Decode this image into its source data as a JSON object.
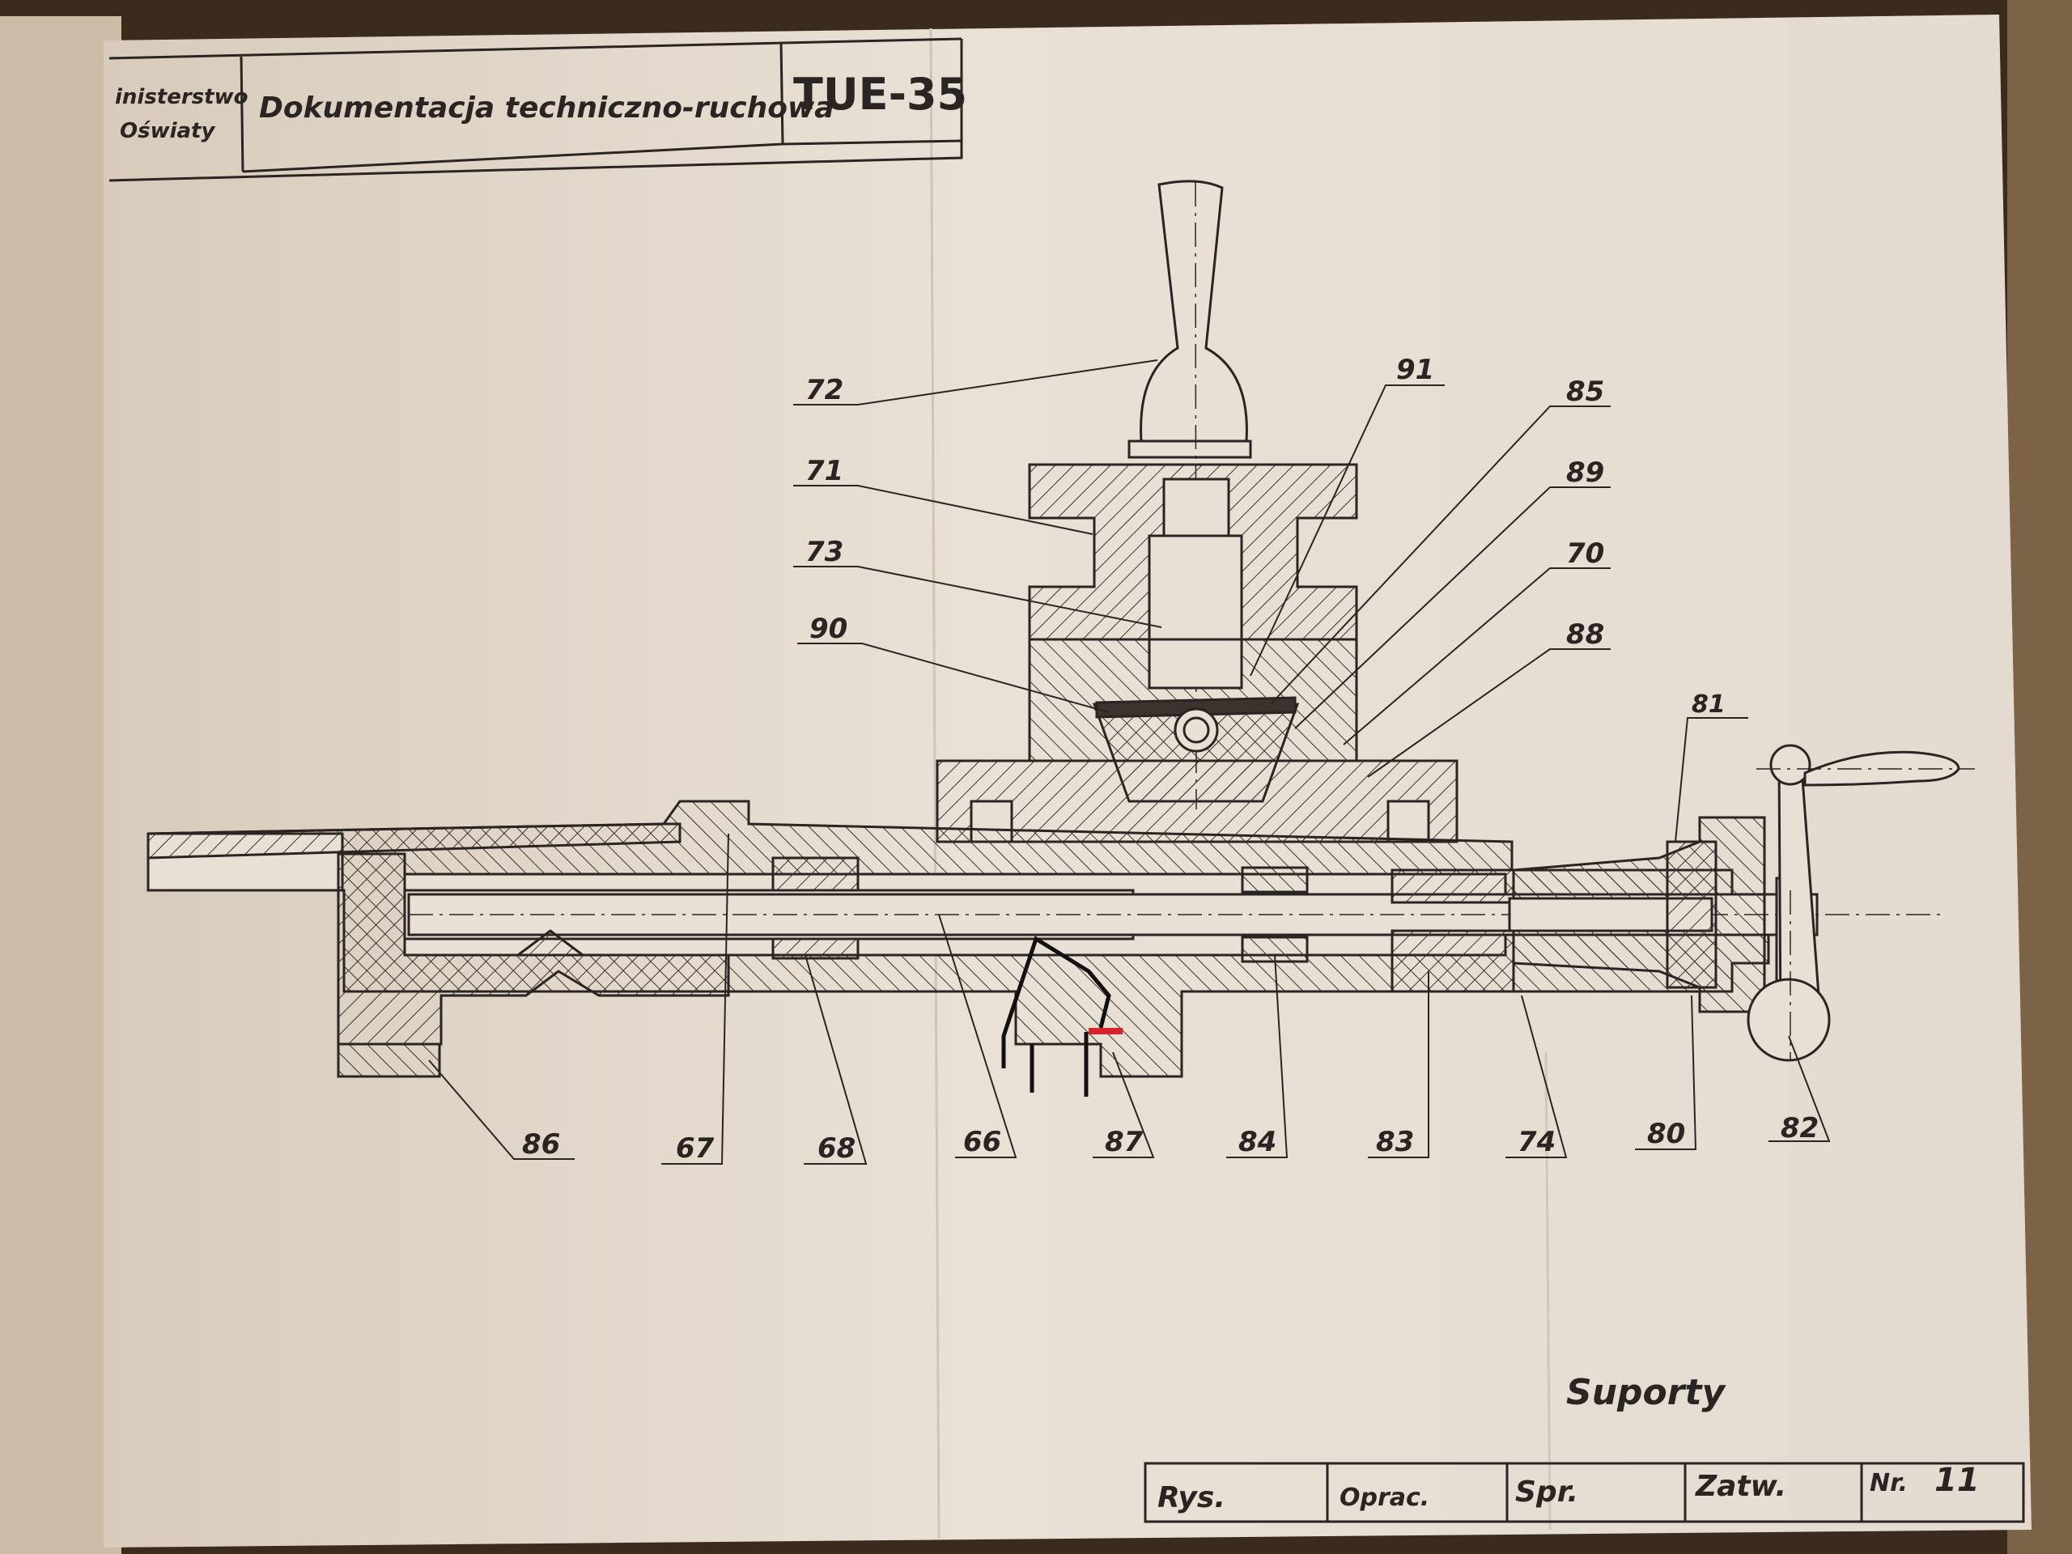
{
  "title_block": {
    "ministry_line1": "inisterstwo",
    "ministry_line2": "Oświaty",
    "doc_title": "Dokumentacja techniczno-ruchowa",
    "model": "TUE-35"
  },
  "drawing_title": "Suporty",
  "footer": {
    "rys": "Rys.",
    "oprac": "Oprac.",
    "spr": "Spr.",
    "zatw": "Zatw.",
    "nr_label": "Nr.",
    "nr_value": "11"
  },
  "callouts": {
    "c72": "72",
    "c71": "71",
    "c73": "73",
    "c90": "90",
    "c91": "91",
    "c85_top": "85",
    "c89": "89",
    "c70": "70",
    "c88": "88",
    "c81": "81",
    "c86": "86",
    "c67": "67",
    "c68": "68",
    "c66": "66",
    "c87": "87",
    "c84": "84",
    "c83": "83",
    "c74": "74",
    "c80": "80",
    "c82": "82"
  },
  "colors": {
    "paper": "#e6ddd2",
    "ink": "#2a2522",
    "highlight": "#d8232a"
  }
}
